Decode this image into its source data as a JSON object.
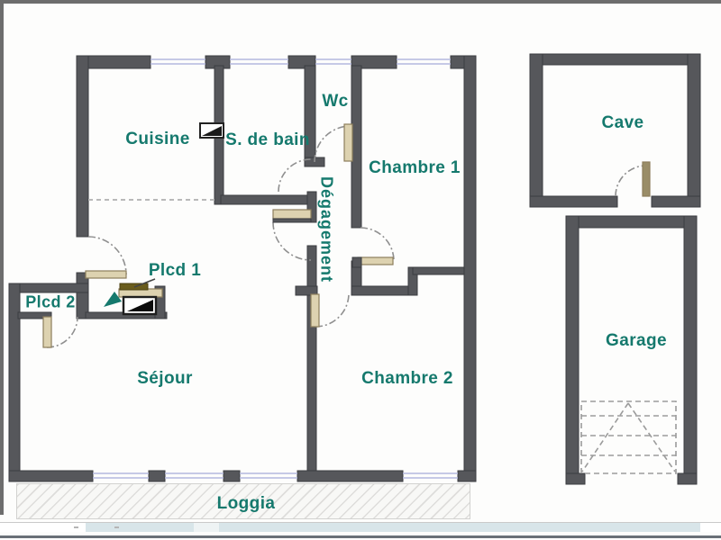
{
  "figure": {
    "kind": "apartment floor plan"
  },
  "rooms": {
    "cuisine": {
      "label": "Cuisine"
    },
    "salle_de_bain": {
      "label": "S. de bain"
    },
    "wc": {
      "label": "Wc"
    },
    "chambre1": {
      "label": "Chambre 1"
    },
    "degagement": {
      "label": "Dégagement"
    },
    "placard1": {
      "label": "Plcd 1"
    },
    "placard2": {
      "label": "Plcd 2"
    },
    "sejour": {
      "label": "Séjour"
    },
    "chambre2": {
      "label": "Chambre 2"
    },
    "loggia": {
      "label": "Loggia"
    },
    "cave": {
      "label": "Cave"
    },
    "garage": {
      "label": "Garage"
    }
  },
  "colors": {
    "label_text": "#15796d",
    "wall_fill": "#56575b",
    "wall_outline": "#3b3c40",
    "window_line": "#b4b8de",
    "door_leaf": "#ddd2b0",
    "door_leaf_outline": "#8d7e5c",
    "swing_arc": "#8f8f8f",
    "entrance_arrow": "#15796d",
    "placard1_cabinet": "#6a5c1c",
    "loggia_hatch": "#dedddb",
    "background": "#ffffff"
  }
}
